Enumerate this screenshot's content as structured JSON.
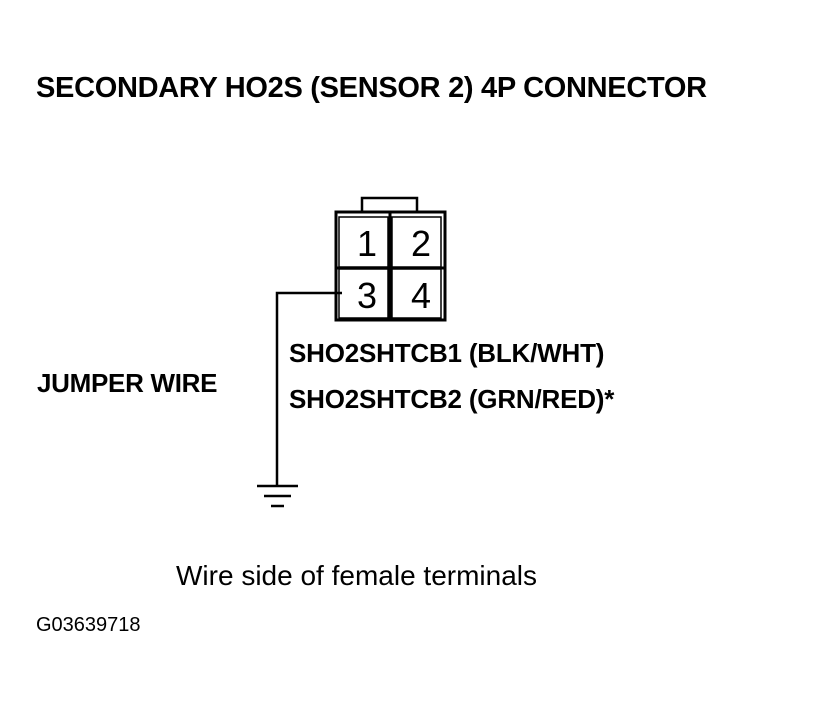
{
  "title": "SECONDARY HO2S (SENSOR 2) 4P CONNECTOR",
  "connector": {
    "pins": [
      "1",
      "2",
      "3",
      "4"
    ]
  },
  "jumper_label": "JUMPER WIRE",
  "wires": [
    "SHO2SHTCB1 (BLK/WHT)",
    "SHO2SHTCB2 (GRN/RED)*"
  ],
  "caption": "Wire side of female terminals",
  "figure_id": "G03639718",
  "colors": {
    "line": "#000000",
    "background": "#ffffff"
  }
}
